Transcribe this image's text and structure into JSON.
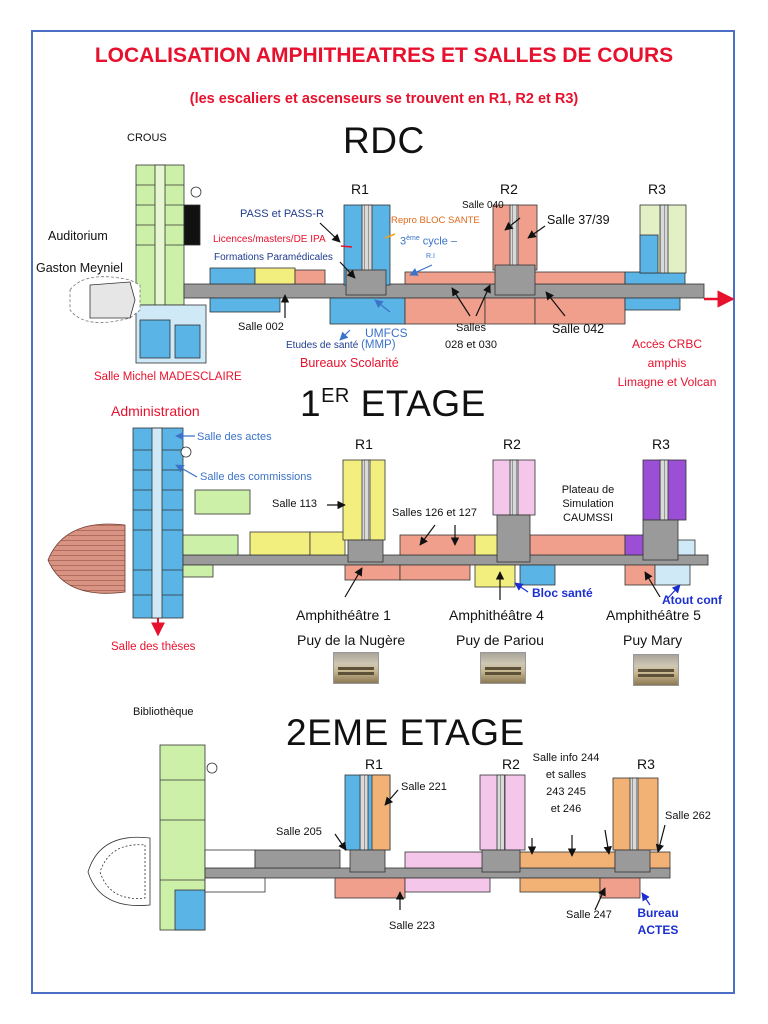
{
  "title": "LOCALISATION AMPHITHEATRES ET SALLES DE COURS",
  "subtitle": "(les escaliers et ascenseurs se trouvent en R1, R2 et R3)",
  "colors": {
    "title_red": "#e8112d",
    "frame": "#4a6fc4",
    "room_blue": "#5ab4e5",
    "room_salmon": "#ef9f8b",
    "room_green": "#cdf0a8",
    "room_yellow": "#f2ef7f",
    "room_purple": "#9b4fd6",
    "room_pink": "#f3c6ea",
    "room_orange": "#f2b276",
    "corridor_gray": "#9a9a9a"
  },
  "rdc": {
    "floor": "RDC",
    "r1": "R1",
    "r2": "R2",
    "r3": "R3",
    "crous": "CROUS",
    "auditorium": "Auditorium",
    "gaston": "Gaston Meyniel",
    "pass": "PASS et PASS-R",
    "licences": "Licences/masters/DE IPA",
    "formations": "Formations Paramédicales",
    "salle040": "Salle 040",
    "repro": "Repro BLOC SANTE",
    "cycle_num": "3",
    "cycle_sup": "ème",
    "cycle_rest": " cycle –",
    "ri": "R.I",
    "salle3739": "Salle 37/39",
    "salle002": "Salle 002",
    "umfcs": "UMFCS",
    "etudes": "Etudes de santé ",
    "mmp": "(MMP)",
    "bureaux": "Bureaux Scolarité",
    "salles028_1": "Salles",
    "salles028_2": "028 et  030",
    "salle042": "Salle 042",
    "acces1": "Accès CRBC",
    "acces2": "amphis",
    "acces3": "Limagne et Volcan",
    "madesclaire": "Salle Michel MADESCLAIRE"
  },
  "etage1": {
    "floor_main": "1",
    "floor_sup": "ER",
    "floor_rest": " ETAGE",
    "r1": "R1",
    "r2": "R2",
    "r3": "R3",
    "administration": "Administration",
    "actes": "Salle des actes",
    "commissions": "Salle des commissions",
    "salle113": "Salle 113",
    "salles126": "Salles 126 et 127",
    "plateau1": "Plateau de",
    "plateau2": "Simulation",
    "plateau3": "CAUMSSI",
    "bloc": "Bloc santé",
    "atout": "Atout conf",
    "amphi1": "Amphithéâtre 1",
    "amphi1_name": "Puy de la Nugère",
    "amphi4": "Amphithéâtre 4",
    "amphi4_name": "Puy de Pariou",
    "amphi5": "Amphithéâtre 5",
    "amphi5_name": "Puy Mary",
    "theses": "Salle des thèses"
  },
  "etage2": {
    "floor": "2EME ETAGE",
    "r1": "R1",
    "r2": "R2",
    "r3": "R3",
    "bibliotheque": "Bibliothèque",
    "salle221": "Salle 221",
    "salle205": "Salle 205",
    "info1": "Salle info 244",
    "info2": "et  salles",
    "info3": "243 245",
    "info4": "et 246",
    "salle262": "Salle 262",
    "salle223": "Salle 223",
    "salle247": "Salle 247",
    "bureau1": "Bureau",
    "bureau2": "ACTES"
  }
}
